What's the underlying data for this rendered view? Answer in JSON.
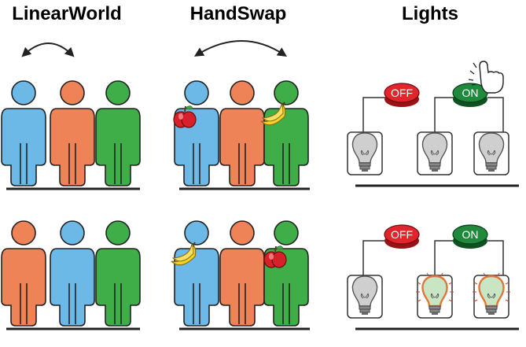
{
  "titles": {
    "linear": "LinearWorld",
    "handswap": "HandSwap",
    "lights": "Lights"
  },
  "colors": {
    "blue": "#6cb8e6",
    "orange": "#ef8358",
    "green": "#3fae49",
    "off_button": "#e0262c",
    "on_button": "#1f8a3c"
  },
  "panels": {
    "linear": {
      "before": [
        "blue",
        "orange",
        "green"
      ],
      "after": [
        "orange",
        "blue",
        "green"
      ],
      "swap_arrow": "between-first-and-second"
    },
    "handswap": {
      "people": [
        "blue",
        "orange",
        "green"
      ],
      "before_items": {
        "blue": "apple",
        "green": "banana"
      },
      "after_items": {
        "blue": "banana",
        "green": "apple"
      },
      "swap_arrow": "between-first-and-third"
    },
    "lights": {
      "off_label": "OFF",
      "on_label": "ON",
      "before_bulbs": [
        "off",
        "off",
        "off"
      ],
      "after_bulbs": [
        "off",
        "lit",
        "lit"
      ],
      "pressing_hand": "on-button"
    }
  }
}
